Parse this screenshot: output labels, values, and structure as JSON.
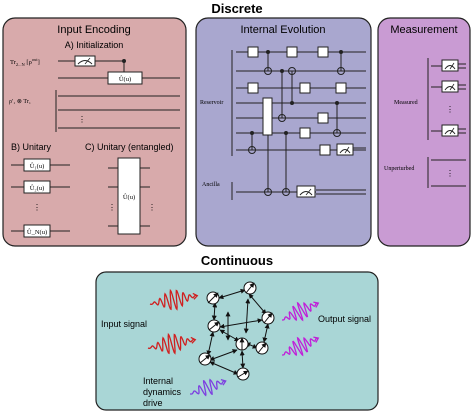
{
  "section_titles": {
    "discrete": "Discrete",
    "continuous": "Continuous"
  },
  "panels": {
    "input_encoding": {
      "title": "Input Encoding",
      "a_label": "A) Initialization",
      "tr_label": "Tr",
      "tr_sub": "2...N",
      "rho_label": "ρ",
      "rho_tr_label": "ρ′₁ ⊗ Tr₁",
      "u_gate": "Û(u)",
      "b_label": "B) Unitary",
      "c_label": "C) Unitary (entangled)",
      "u1": "Û₁(u)",
      "u2": "Û₂(u)",
      "un": "Û_N(u)"
    },
    "internal_evolution": {
      "title": "Internal Evolution",
      "reservoir_label": "Reservoir",
      "ancilla_label": "Ancilla"
    },
    "measurement": {
      "title": "Measurement",
      "measured_label": "Measured",
      "unperturbed_label": "Unperturbed"
    }
  },
  "continuous": {
    "input_signal": "Input signal",
    "output_signal": "Output signal",
    "drive_label": [
      "Internal",
      "dynamics",
      "drive"
    ]
  },
  "colors": {
    "input_panel": "#d8aaab",
    "evolution_panel": "#a9a7cf",
    "measurement_panel": "#c99bd3",
    "continuous_panel": "#a9d6d6",
    "input_wave": "#d02020",
    "output_wave": "#c020d8",
    "drive_wave": "#7d3fe0"
  }
}
